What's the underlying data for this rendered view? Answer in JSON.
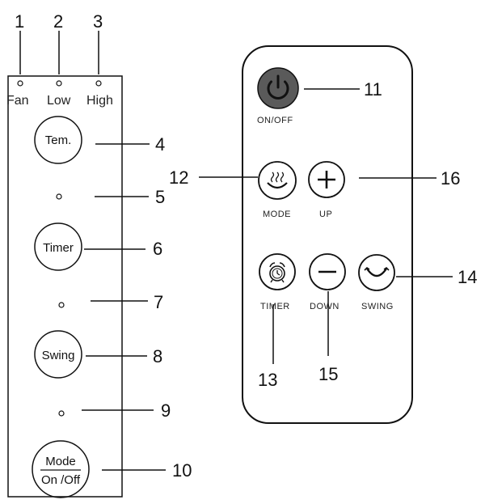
{
  "panel": {
    "indicators": {
      "fan": "Fan",
      "low": "Low",
      "high": "High"
    },
    "buttons": {
      "tem": "Tem.",
      "timer": "Timer",
      "swing": "Swing",
      "mode_top": "Mode",
      "mode_bottom": "On /Off"
    }
  },
  "remote": {
    "labels": {
      "on_off": "ON/OFF",
      "mode": "MODE",
      "up": "UP",
      "timer": "TIMER",
      "down": "DOWN",
      "swing": "SWING"
    }
  },
  "callouts": [
    "1",
    "2",
    "3",
    "4",
    "5",
    "6",
    "7",
    "8",
    "9",
    "10",
    "11",
    "12",
    "13",
    "14",
    "15",
    "16"
  ],
  "colors": {
    "line": "#111111",
    "power_button": "#5a5a5a"
  }
}
